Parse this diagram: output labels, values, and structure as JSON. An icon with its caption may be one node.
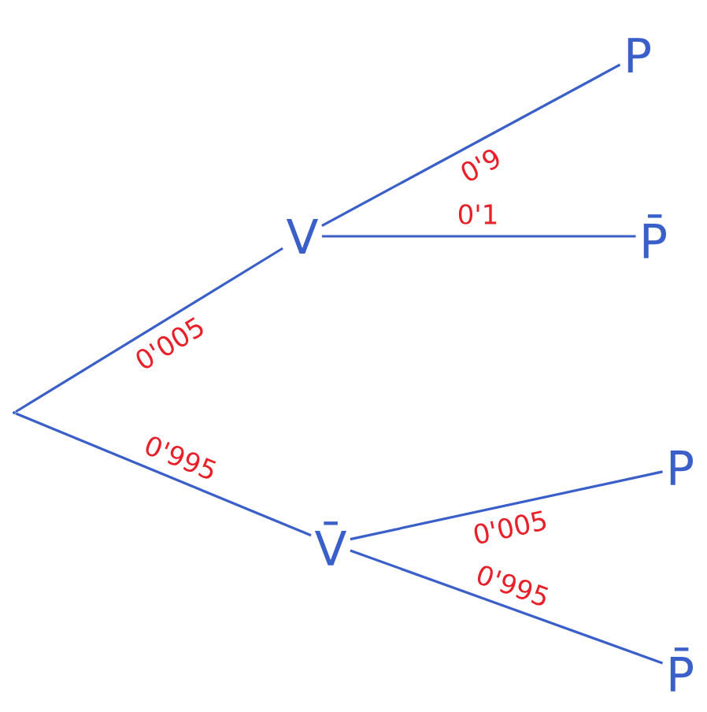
{
  "diagram": {
    "nodes": [
      {
        "text": [],
        "shape": "point"
      },
      {
        "text": [
          "V"
        ]
      },
      {
        "text": [
          "V̄"
        ]
      },
      {
        "text": [
          "P"
        ]
      },
      {
        "text": [
          "P̄"
        ]
      },
      {
        "text": [
          "P"
        ]
      },
      {
        "text": [
          "P̄"
        ]
      }
    ],
    "edges": [
      {
        "from": 0,
        "to": 1,
        "arrow": "none",
        "label": "0'005"
      },
      {
        "from": 0,
        "to": 2,
        "arrow": "none",
        "label": "0'995"
      },
      {
        "from": 1,
        "to": 3,
        "arrow": "none",
        "label": "0'9"
      },
      {
        "from": 1,
        "to": 4,
        "arrow": "none",
        "label": "0'1"
      },
      {
        "from": 2,
        "to": 5,
        "arrow": "none",
        "label": "0'005"
      },
      {
        "from": 2,
        "to": 6,
        "arrow": "none",
        "label": "0'995"
      }
    ]
  }
}
